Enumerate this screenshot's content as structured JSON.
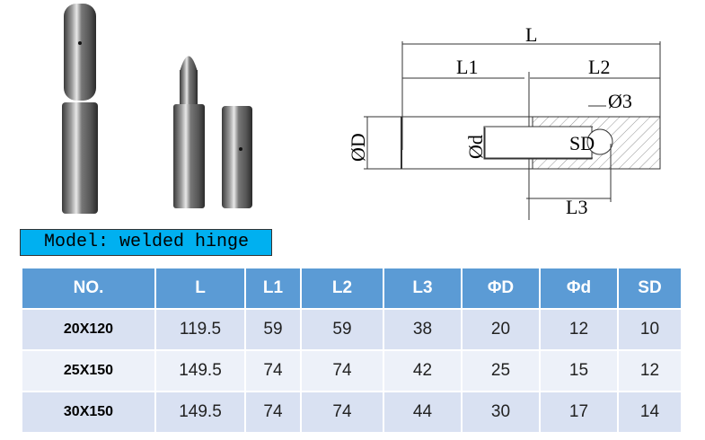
{
  "model_label": "Model: welded hinge",
  "drawing": {
    "labels": {
      "L": "L",
      "L1": "L1",
      "L2": "L2",
      "L3": "L3",
      "D": "ØD",
      "d": "Ød",
      "phi3": "Ø3",
      "SD": "SD"
    }
  },
  "table": {
    "headers": [
      "NO.",
      "L",
      "L1",
      "L2",
      "L3",
      "ΦD",
      "Φd",
      "SD"
    ],
    "rows": [
      [
        "20X120",
        "119.5",
        "59",
        "59",
        "38",
        "20",
        "12",
        "10"
      ],
      [
        "25X150",
        "149.5",
        "74",
        "74",
        "42",
        "25",
        "15",
        "12"
      ],
      [
        "30X150",
        "149.5",
        "74",
        "74",
        "44",
        "30",
        "17",
        "14"
      ]
    ]
  }
}
